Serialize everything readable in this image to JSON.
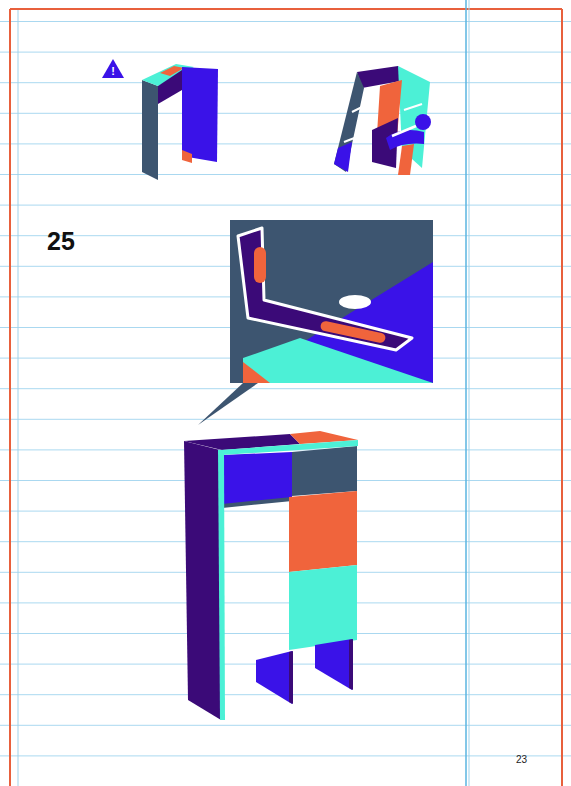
{
  "diagram": {
    "labels": [
      "!",
      "25",
      "23"
    ]
  }
}
